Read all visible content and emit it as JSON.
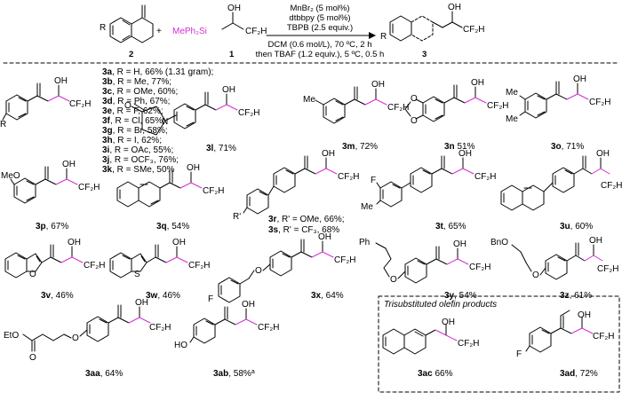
{
  "header": {
    "reagent_2_id": "2",
    "reagent_1_id": "1",
    "product_id": "3",
    "plus": "+",
    "reagent_1_group": "MePh₂Si",
    "substituent_R": "R",
    "conditions_above": [
      "MnBr₂ (5 mol%)",
      "dtbbpy (5 mol%)",
      "TBPB (2.5 equiv.)"
    ],
    "conditions_below": [
      "DCM (0.6 mol/L), 70 ºC, 2 h",
      "then TBAF (1.2 equiv.), 5 ºC, 0.5 h"
    ]
  },
  "groups": {
    "OH": "OH",
    "CF2H": "CF₂H",
    "O": "O",
    "N": "N",
    "F": "F",
    "Me": "Me",
    "MeO": "MeO",
    "Ph": "Ph",
    "BnO": "BnO",
    "EtO": "EtO",
    "HO": "HO",
    "R_prime": "R'"
  },
  "entries_3a_3k": [
    {
      "id": "3a",
      "text": ", R = H, 66% (1.31 gram);"
    },
    {
      "id": "3b",
      "text": ", R = Me, 77%;"
    },
    {
      "id": "3c",
      "text": ", R = OMe, 60%;"
    },
    {
      "id": "3d",
      "text": ", R = Ph, 67%;"
    },
    {
      "id": "3e",
      "text": ", R = F,  62%;"
    },
    {
      "id": "3f",
      "text": ", R = Cl, 65%;"
    },
    {
      "id": "3g",
      "text": ", R = Br, 58%;"
    },
    {
      "id": "3h",
      "text": ", R = I, 62%;"
    },
    {
      "id": "3i",
      "text": ", R = OAc, 55%;"
    },
    {
      "id": "3j",
      "text": ", R = OCF₃, 76%;"
    },
    {
      "id": "3k",
      "text": ", R = SMe, 50%"
    }
  ],
  "entries_3r_3s": [
    {
      "id": "3r",
      "text": ", R' = OMe,  66%;"
    },
    {
      "id": "3s",
      "text": ", R' = CF₃,  68%"
    }
  ],
  "products": {
    "3l": {
      "id": "3l",
      "yield": ",  71%"
    },
    "3m": {
      "id": "3m",
      "yield": ",  72%"
    },
    "3n": {
      "id": "3n",
      "yield": "  51%"
    },
    "3o": {
      "id": "3o",
      "yield": ", 71%"
    },
    "3p": {
      "id": "3p",
      "yield": ",  67%"
    },
    "3q": {
      "id": "3q",
      "yield": ", 54%"
    },
    "3t": {
      "id": "3t",
      "yield": ",  65%"
    },
    "3u": {
      "id": "3u",
      "yield": ",  60%"
    },
    "3v": {
      "id": "3v",
      "yield": ", 46%"
    },
    "3w": {
      "id": "3w",
      "yield": ", 46%"
    },
    "3x": {
      "id": "3x",
      "yield": ", 64%"
    },
    "3y": {
      "id": "3y",
      "yield": ",  54%"
    },
    "3z": {
      "id": "3z",
      "yield": ", 61%"
    },
    "3aa": {
      "id": "3aa",
      "yield": ",  64%"
    },
    "3ab": {
      "id": "3ab",
      "yield": ", 58%",
      "note": "a"
    },
    "3ac": {
      "id": "3ac",
      "yield": "  66%"
    },
    "3ad": {
      "id": "3ad",
      "yield": ", 72%"
    }
  },
  "trisub_title": "Trisubstituted olefin products",
  "colors": {
    "ink": "#000000",
    "highlight": "#d12fd0"
  }
}
